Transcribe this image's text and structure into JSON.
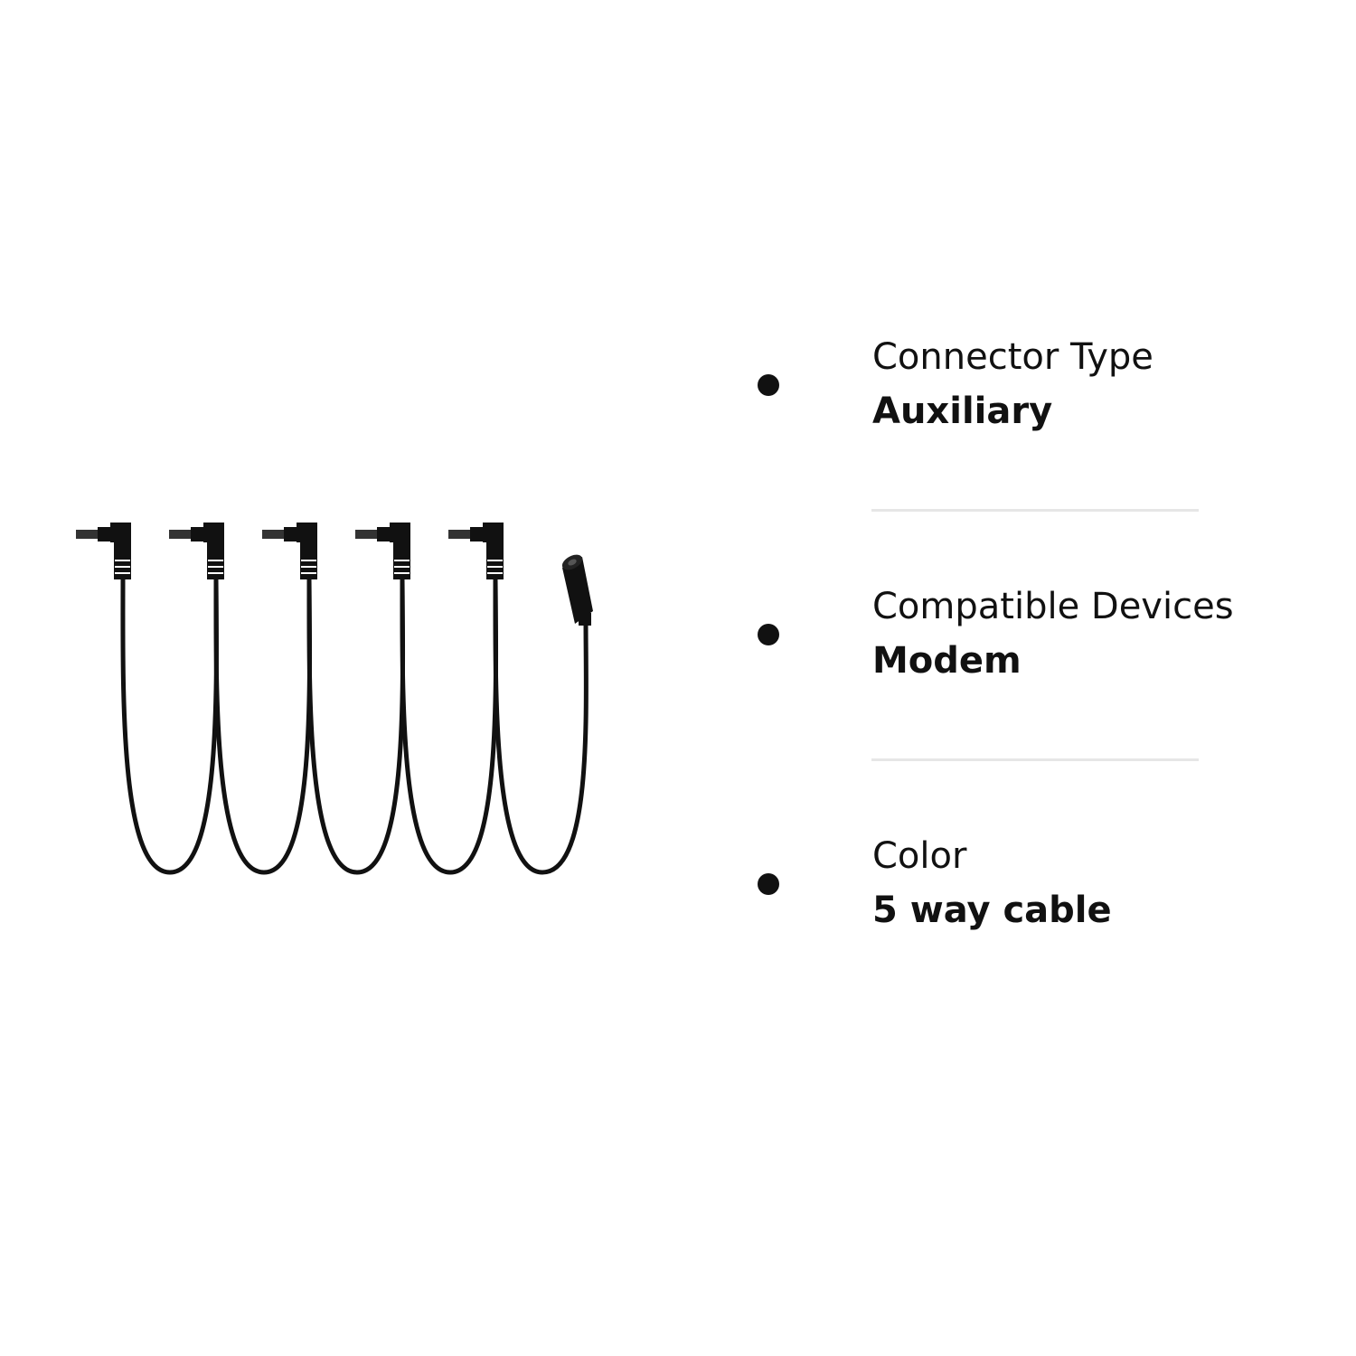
{
  "image": {
    "subject": "daisy-chain-dc-power-cable-icon",
    "cable_color": "#111111"
  },
  "specs": [
    {
      "label": "Connector Type",
      "value": "Auxiliary"
    },
    {
      "label": "Compatible Devices",
      "value": "Modem"
    },
    {
      "label": "Color",
      "value": "5 way cable"
    }
  ]
}
